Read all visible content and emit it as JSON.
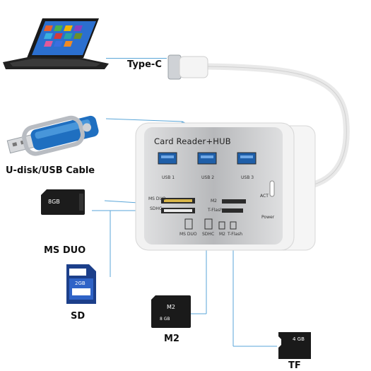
{
  "labels": {
    "type_c": "Type-C",
    "u_disk": "U-disk/USB Cable",
    "ms_duo": "MS DUO",
    "sd": "SD",
    "m2": "M2",
    "tf": "TF"
  },
  "hub": {
    "title": "Card Reader+HUB",
    "ports": [
      "USB 1",
      "USB 2",
      "USB 3"
    ],
    "act": "ACT",
    "power": "Power",
    "left_slots": [
      "MS DUO",
      "SDHC"
    ],
    "right_slots": [
      "M2",
      "T-Flash"
    ],
    "bottom_slots": [
      "MS DUO",
      "SDHC",
      "M2",
      "T-Flash"
    ]
  },
  "cards": {
    "ms_duo_capacity": "8GB",
    "sd_text": "2GB",
    "m2_text": "M2",
    "m2_capacity": "8 GB",
    "tf_capacity": "4 GB"
  },
  "colors": {
    "line": "#5aa6d8",
    "usb_blue": "#1f5fa8",
    "hub_silver": "#c9cacc",
    "hub_white": "#f2f2f2"
  }
}
